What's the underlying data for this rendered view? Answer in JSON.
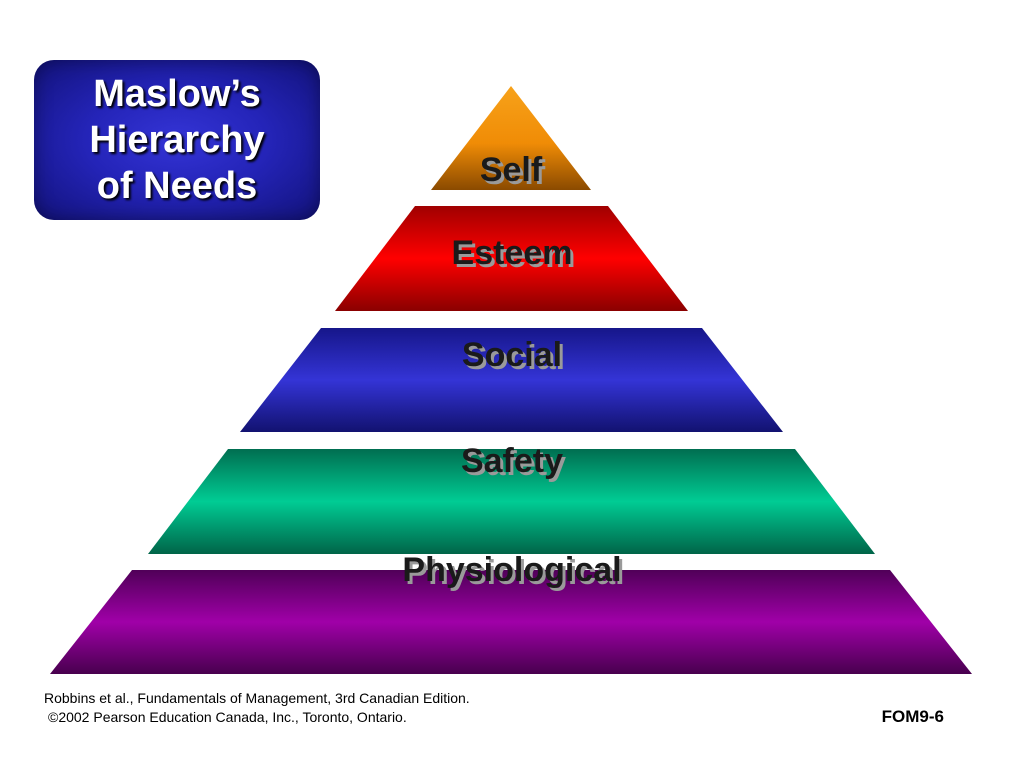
{
  "title": {
    "line1": "Maslow’s",
    "line2": "Hierarchy",
    "line3": "of Needs"
  },
  "tiers": [
    {
      "label": "Self",
      "color": "#f0900a"
    },
    {
      "label": "Esteem",
      "color": "#ff0000"
    },
    {
      "label": "Social",
      "color": "#3030d0"
    },
    {
      "label": "Safety",
      "color": "#00c890"
    },
    {
      "label": "Physiological",
      "color": "#a000a8"
    }
  ],
  "footer": {
    "credit_line1": "Robbins et al., Fundamentals of Management, 3rd Canadian Edition.",
    "credit_line2": "©2002 Pearson Education Canada, Inc., Toronto, Ontario.",
    "slide_code": "FOM9-6"
  }
}
